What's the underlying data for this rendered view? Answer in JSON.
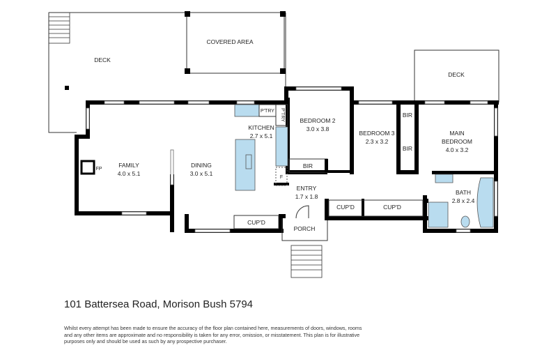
{
  "rooms": {
    "deck_left": {
      "name": "DECK"
    },
    "covered_area": {
      "name": "COVERED AREA"
    },
    "deck_right": {
      "name": "DECK"
    },
    "family": {
      "name": "FAMILY",
      "size": "4.0 x 5.1"
    },
    "fireplace": {
      "name": "FP"
    },
    "dining": {
      "name": "DINING",
      "size": "3.0 x 5.1"
    },
    "kitchen": {
      "name": "KITCHEN",
      "size": "2.7 x 5.1"
    },
    "pantry1": {
      "name": "P'TRY"
    },
    "pantry2": {
      "name": "P'TRY"
    },
    "fridge": {
      "name": "F"
    },
    "bedroom2": {
      "name": "BEDROOM 2",
      "size": "3.0 x 3.8"
    },
    "bir_bed2": {
      "name": "BIR"
    },
    "bedroom3": {
      "name": "BEDROOM 3",
      "size": "2.3 x 3.2"
    },
    "bir_bed3_top": {
      "name": "BIR"
    },
    "bir_bed3": {
      "name": "BIR"
    },
    "main_bedroom": {
      "name": "MAIN BEDROOM",
      "name_line1": "MAIN",
      "name_line2": "BEDROOM",
      "size": "4.0 x 3.2"
    },
    "entry": {
      "name": "ENTRY",
      "size": "1.7 x 1.8"
    },
    "cupd_dining": {
      "name": "CUP'D"
    },
    "cupd_entry1": {
      "name": "CUP'D"
    },
    "cupd_entry2": {
      "name": "CUP'D"
    },
    "porch": {
      "name": "PORCH"
    },
    "bath": {
      "name": "BATH",
      "size": "2.8 x 2.4"
    }
  },
  "colors": {
    "wall": "#000000",
    "fixture": "#b9dcef"
  },
  "address": "101 Battersea Road, Morison Bush 5794",
  "disclaimer": "Whilst every attempt has been made to ensure the accuracy of the floor plan contained here, measurements of doors, windows, rooms and any other items are approximate and no responsibility is taken for any error, omission, or misstatement. This plan is for illustrative purposes only and should be used as such by any prospective purchaser."
}
